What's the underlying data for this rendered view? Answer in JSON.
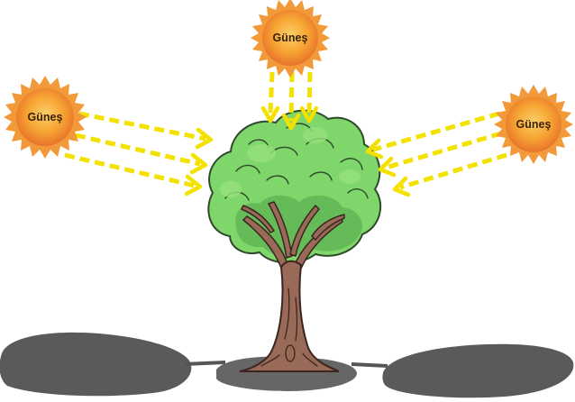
{
  "suns": [
    {
      "id": "left",
      "label": "Güneş"
    },
    {
      "id": "top",
      "label": "Güneş"
    },
    {
      "id": "right",
      "label": "Güneş"
    }
  ],
  "colors": {
    "sun_core": "#f7a533",
    "sun_edge": "#e8732b",
    "ray": "#f3e200",
    "foliage": "#7fd66a",
    "foliage_dark": "#4fa84a",
    "trunk": "#9a6a58",
    "trunk_outline": "#3a2520",
    "shadow": "#5c5c5c"
  },
  "icons": {
    "sun": "sun-icon",
    "tree": "tree-icon"
  }
}
